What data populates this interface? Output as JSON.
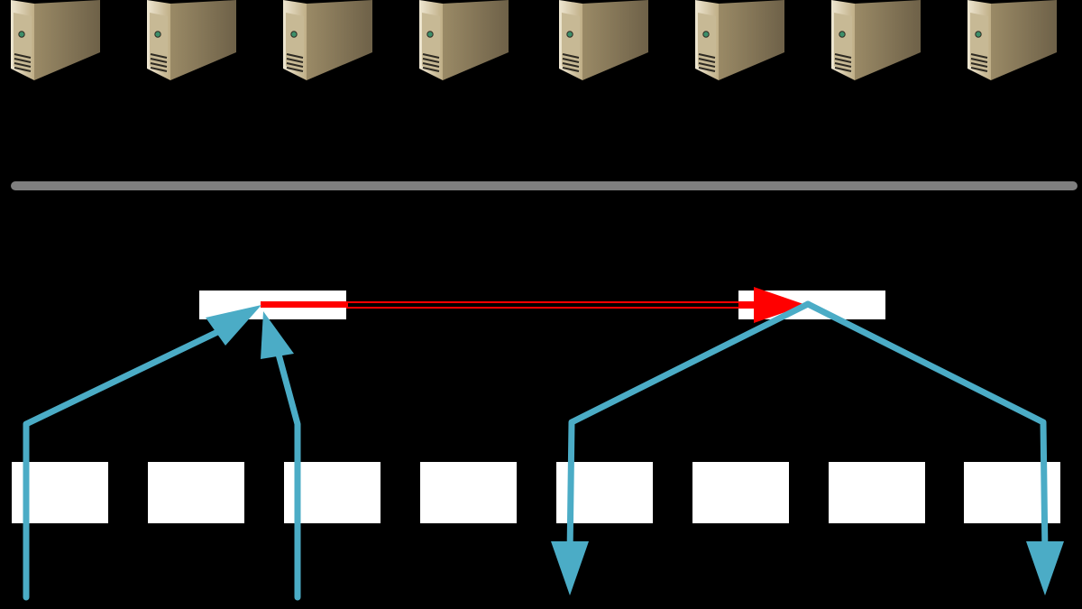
{
  "colors": {
    "background": "#000000",
    "bus": "#7f7f7f",
    "box": "#ffffff",
    "link_red": "#ff0000",
    "flow_arrow": "#4bacc6",
    "server_body": "#d9ceb2",
    "server_front": "#c7b995",
    "server_side": "#8c7d5c",
    "server_dark": "#2e2a22",
    "server_led": "#3d8f6a"
  },
  "icons": {
    "server": "server-tower-icon"
  },
  "diagram": {
    "server_count": 8,
    "bottom_box_count": 8,
    "middle_box_count": 2,
    "links": [
      {
        "kind": "red-double-arrow",
        "from": "middle-box-1",
        "to": "middle-box-2"
      }
    ],
    "flows": [
      {
        "kind": "in",
        "from": "bottom-left-1",
        "to": "middle-box-1"
      },
      {
        "kind": "in",
        "from": "bottom-left-2",
        "to": "middle-box-1"
      },
      {
        "kind": "out",
        "from": "middle-box-2",
        "to": "bottom-right-1"
      },
      {
        "kind": "out",
        "from": "middle-box-2",
        "to": "bottom-right-2"
      }
    ]
  }
}
